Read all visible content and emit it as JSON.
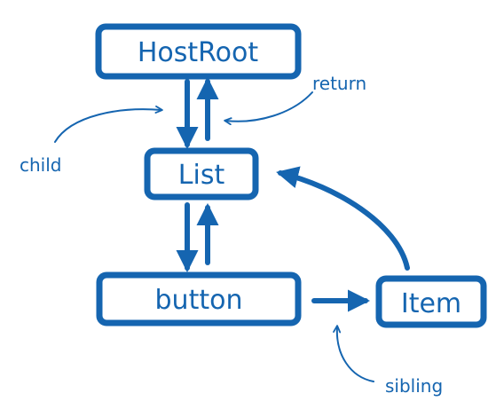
{
  "colors": {
    "ink": "#1565b0",
    "background": "#ffffff"
  },
  "nodes": {
    "hostroot": "HostRoot",
    "list": "List",
    "button": "button",
    "item": "Item"
  },
  "edge_labels": {
    "return": "return",
    "child": "child",
    "sibling": "sibling"
  }
}
